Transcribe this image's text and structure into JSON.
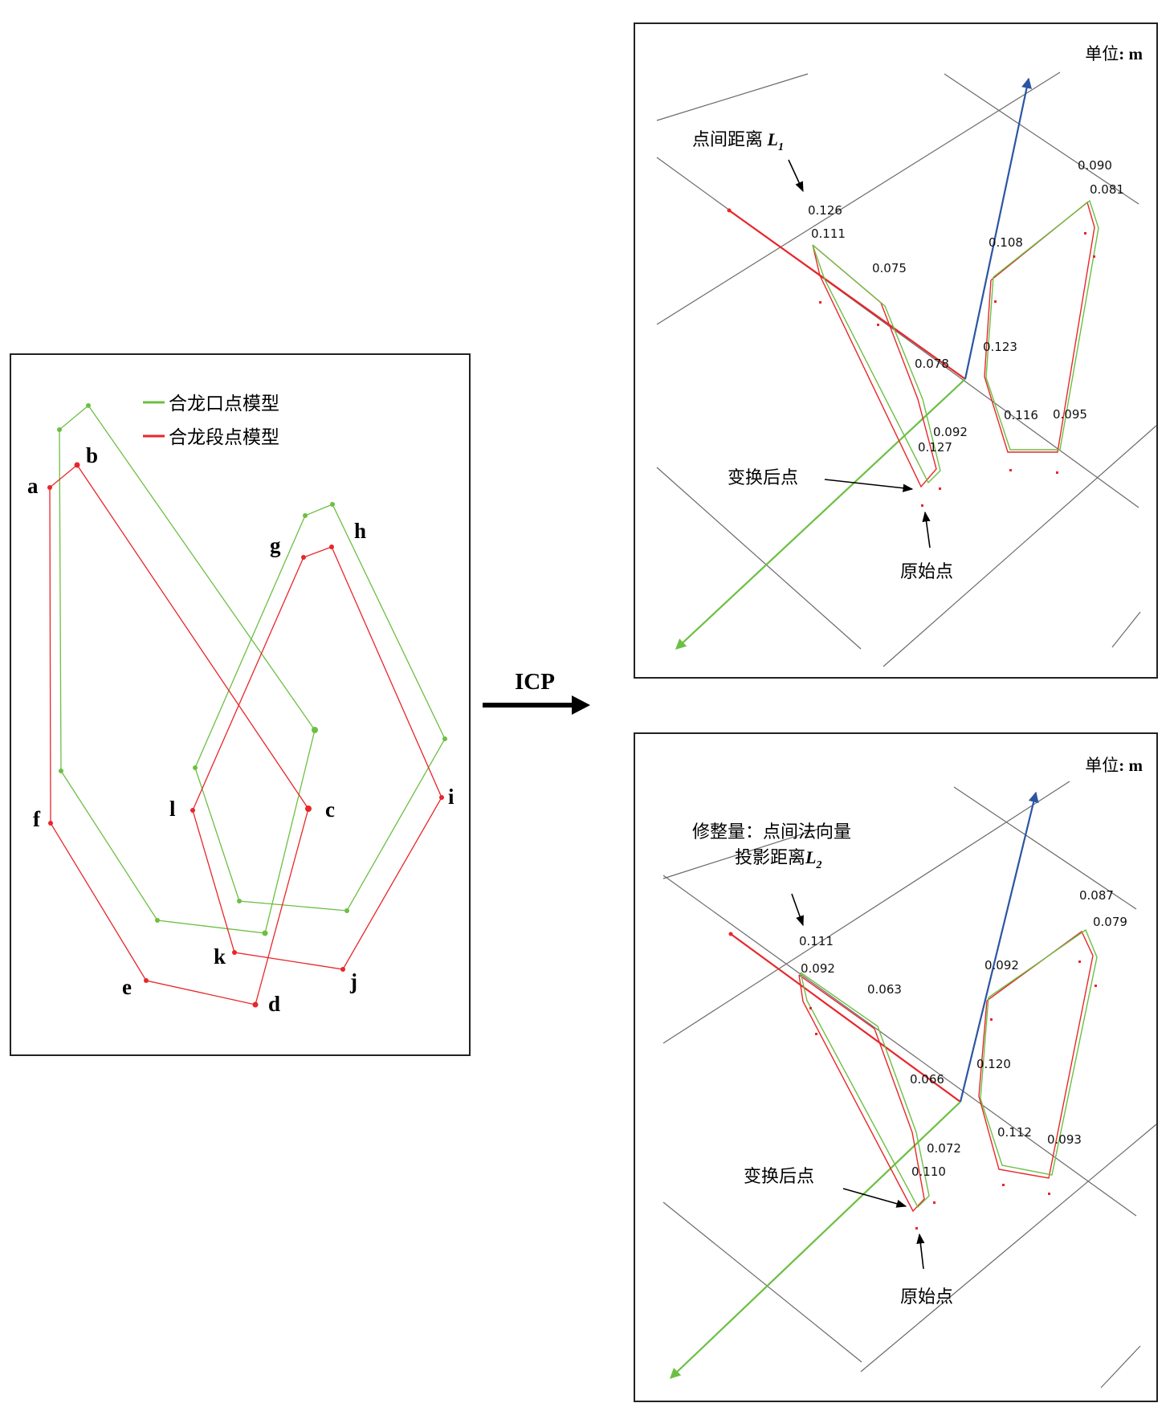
{
  "colors": {
    "green": "#6cbf43",
    "red": "#e8262a",
    "blue": "#2b55a3",
    "grid": "#6a6a6a",
    "frame": "#222222"
  },
  "left": {
    "legend": {
      "green_label": "合龙口点模型",
      "red_label": "合龙段点模型"
    },
    "point_labels": [
      "a",
      "b",
      "c",
      "d",
      "e",
      "f",
      "g",
      "h",
      "i",
      "j",
      "k",
      "l"
    ]
  },
  "arrow_label": "ICP",
  "top_panel": {
    "unit_label": "单位",
    "unit_value": "m",
    "caption_main": "点间距离 ",
    "caption_var": "L",
    "caption_sub": "1",
    "transformed_label": "变换后点",
    "original_label": "原始点",
    "distances": [
      "0.126",
      "0.111",
      "0.075",
      "0.078",
      "0.092",
      "0.127",
      "0.108",
      "0.123",
      "0.116",
      "0.095",
      "0.090",
      "0.081"
    ]
  },
  "bottom_panel": {
    "unit_label": "单位",
    "unit_value": "m",
    "caption_line1": "修整量：点间法向量",
    "caption_line2_main": "投影距离",
    "caption_var": "L",
    "caption_sub": "2",
    "transformed_label": "变换后点",
    "original_label": "原始点",
    "distances": [
      "0.111",
      "0.092",
      "0.063",
      "0.066",
      "0.072",
      "0.110",
      "0.092",
      "0.120",
      "0.112",
      "0.093",
      "0.087",
      "0.079"
    ]
  }
}
